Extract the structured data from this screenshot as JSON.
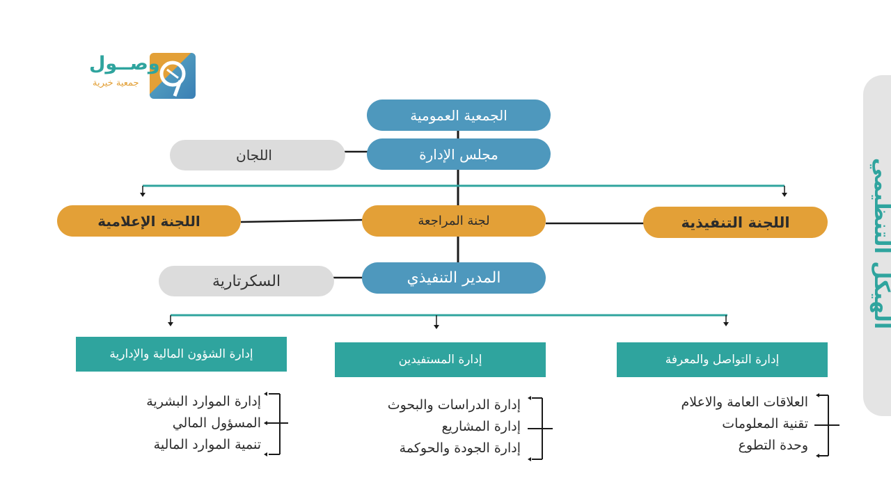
{
  "logo": {
    "name": "وصــول",
    "subtitle": "جمعية خيرية"
  },
  "side_title": "الهيكل التنظيمي",
  "top": {
    "general_assembly": "الجمعية العمومية",
    "board": "مجلس الإدارة",
    "committees": "اللجان"
  },
  "committees_row": {
    "media_committee": "اللجنة الإعلامية",
    "audit_committee": "لجنة المراجعة",
    "executive_committee": "اللجنة التنفيذية"
  },
  "executive": {
    "executive_director": "المدير التنفيذي",
    "secretariat": "السكرتارية"
  },
  "departments": {
    "finance_admin": {
      "title": "إدارة الشؤون المالية والإدارية",
      "items": [
        "إدارة الموارد البشرية",
        "المسؤول المالي",
        "تنمية الموارد المالية"
      ]
    },
    "beneficiaries": {
      "title": "إدارة المستفيدين",
      "items": [
        "إدارة الدراسات والبحوث",
        "إدارة المشاريع",
        "إدارة الجودة والحوكمة"
      ]
    },
    "communication": {
      "title": "إدارة التواصل والمعرفة",
      "items": [
        "العلاقات العامة والاعلام",
        "تقنية المعلومات",
        "وحدة التطوع"
      ]
    }
  },
  "colors": {
    "blue": "#4e98bd",
    "orange": "#e3a037",
    "teal": "#2fa49e",
    "grey": "#dcdcdc"
  }
}
